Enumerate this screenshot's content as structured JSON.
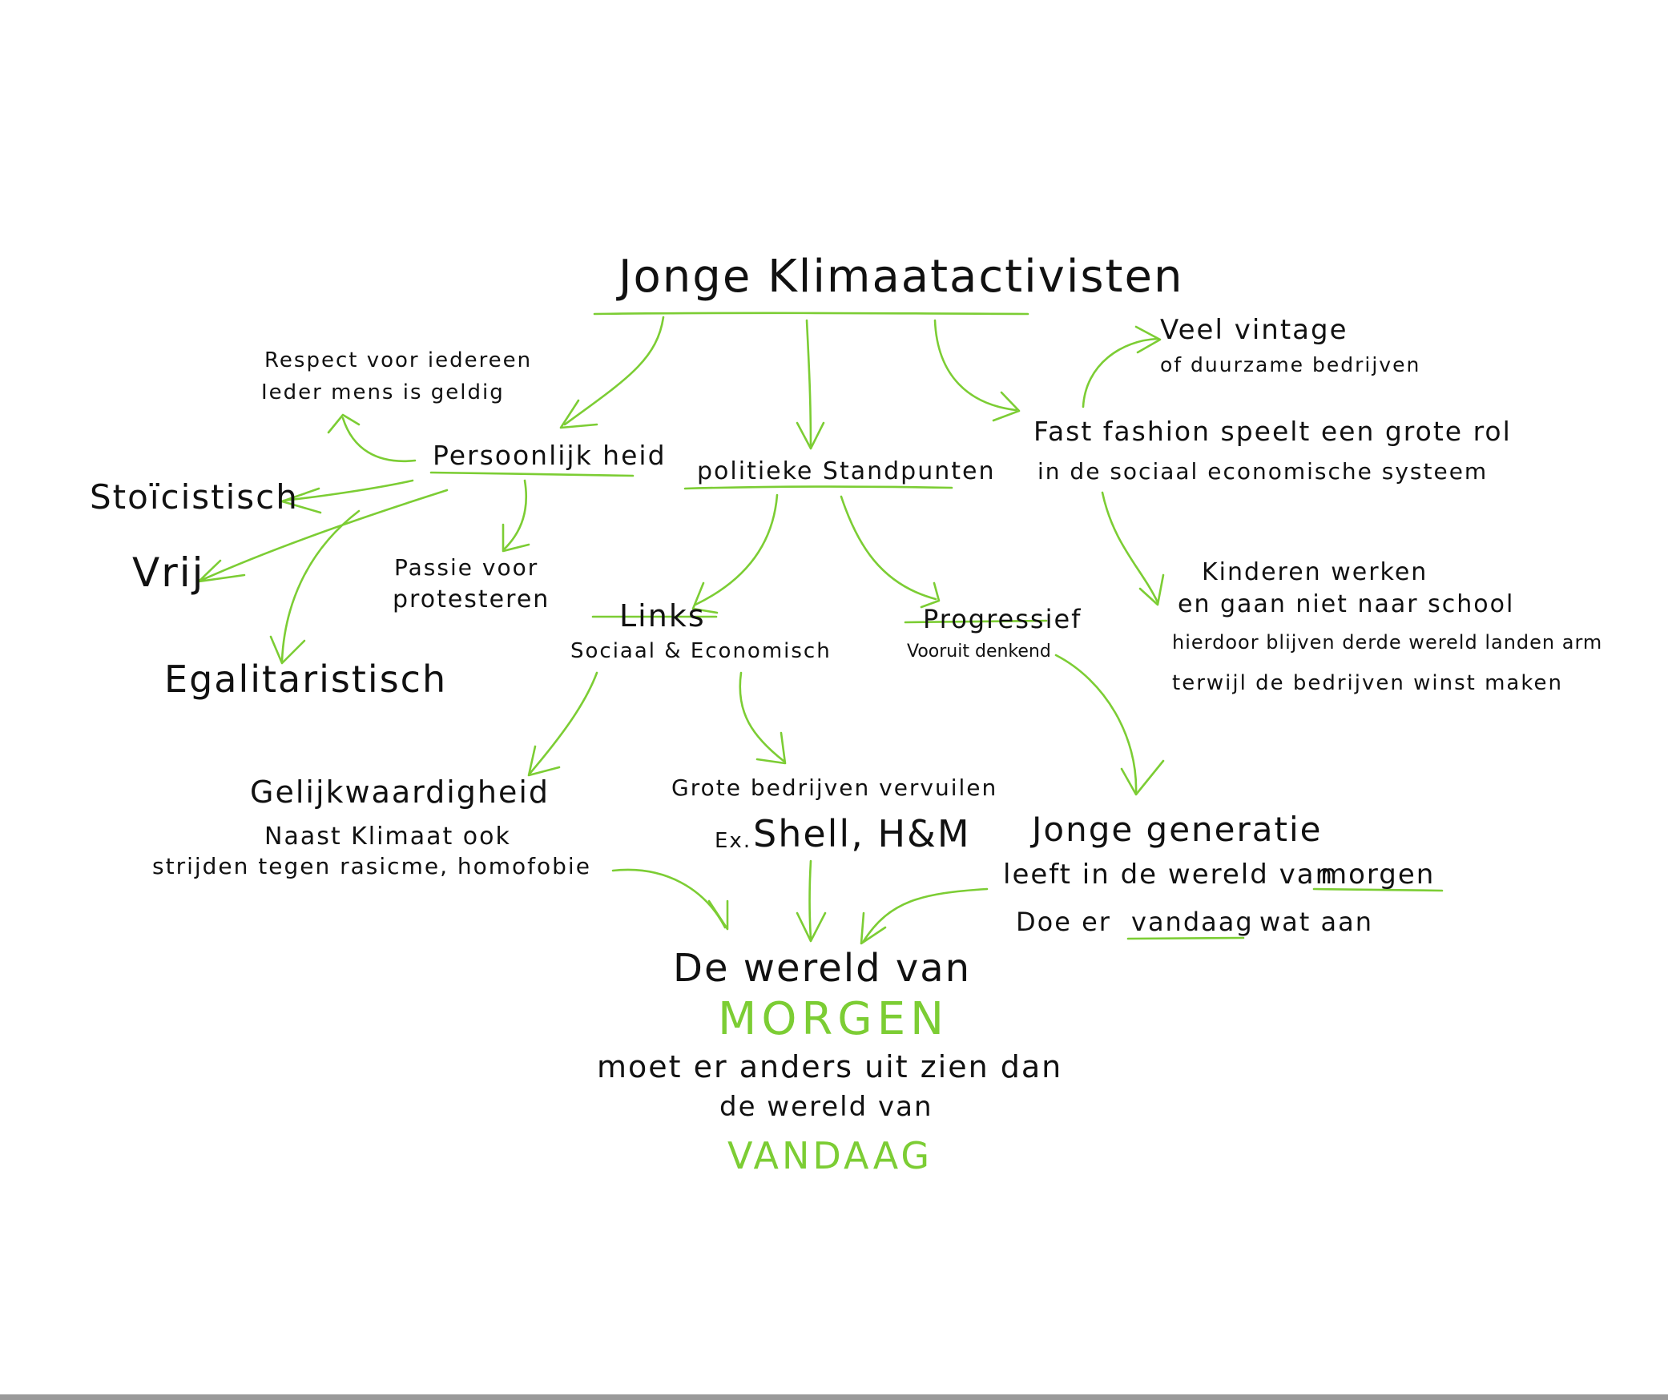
{
  "colors": {
    "accent": "#7ccd34",
    "ink": "#111111",
    "background": "#ffffff"
  },
  "diagram": {
    "title": "Jonge Klimaatactivisten",
    "branches": {
      "persoonlijkheid": {
        "label": "Persoonlijk heid",
        "respect_line1": "Respect voor iedereen",
        "respect_line2": "Ieder mens is geldig",
        "stoicistisch": "Stoïcistisch",
        "vrij": "Vrij",
        "egalitaristisch": "Egalitaristisch",
        "passie_line1": "Passie voor",
        "passie_line2": "protesteren"
      },
      "politiek": {
        "label": "politieke Standpunten",
        "links": "Links",
        "links_sub": "Sociaal & Economisch",
        "progressief": "Progressief",
        "progressief_sub": "Vooruit denkend"
      },
      "fashion": {
        "line1": "Fast fashion speelt een grote rol",
        "line2": "in de sociaal economische systeem",
        "vintage_line1": "Veel vintage",
        "vintage_line2": "of duurzame bedrijven",
        "kinderen_line1": "Kinderen werken",
        "kinderen_line2": "en gaan niet naar school",
        "kinderen_line3": "hierdoor blijven derde wereld landen arm",
        "kinderen_line4": "terwijl de bedrijven winst maken"
      }
    },
    "outcomes": {
      "gelijk_title": "Gelijkwaardigheid",
      "gelijk_line1": "Naast Klimaat ook",
      "gelijk_line2": "strijden tegen rasicme, homofobie",
      "grote_line1": "Grote bedrijven vervuilen",
      "grote_ex": "Ex.",
      "grote_names": "Shell, H&M",
      "jonge_title": "Jonge generatie",
      "jonge_line1_a": "leeft in de wereld van",
      "jonge_line1_b": "morgen",
      "jonge_line2_a": "Doe er",
      "jonge_line2_b": "vandaag",
      "jonge_line2_c": "wat aan"
    },
    "conclusion": {
      "line1": "De wereld van",
      "word1": "MORGEN",
      "line2": "moet er anders uit zien dan",
      "line3": "de wereld van",
      "word2": "VANDAAG"
    }
  }
}
